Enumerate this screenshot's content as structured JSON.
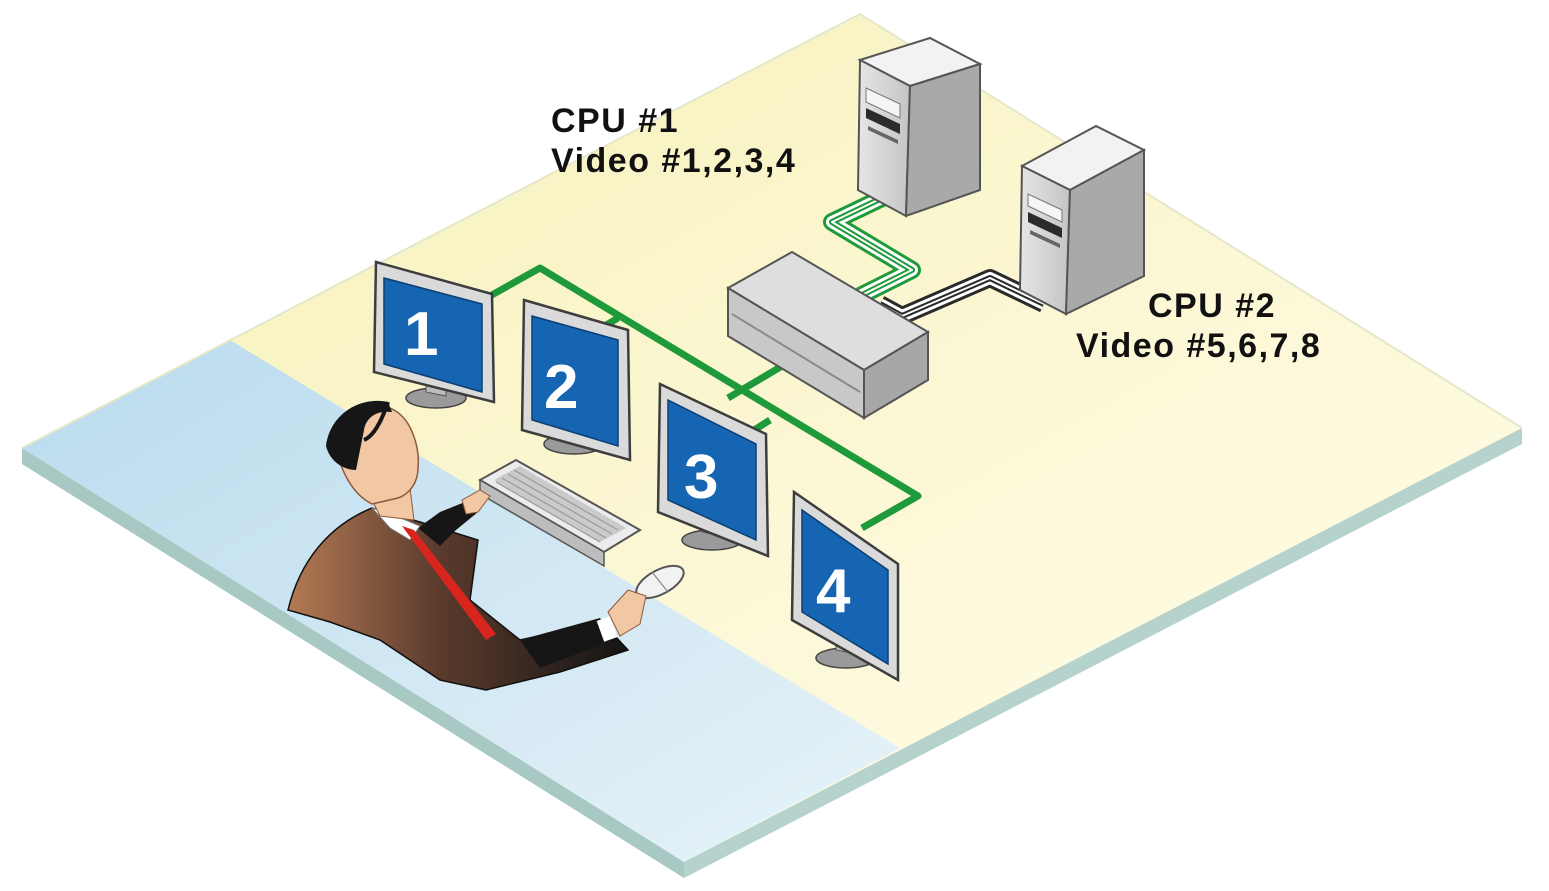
{
  "cpu1": {
    "title": "CPU #1",
    "video": "Video #1,2,3,4"
  },
  "cpu2": {
    "title": "CPU #2",
    "video": "Video #5,6,7,8"
  },
  "monitors": [
    {
      "number": "1"
    },
    {
      "number": "2"
    },
    {
      "number": "3"
    },
    {
      "number": "4"
    }
  ],
  "colors": {
    "cable_green": "#1f9a3a",
    "screen_blue": "#1565b3",
    "floor_yellow": "#fbf6cf",
    "floor_blue": "#cfe6f2",
    "tie_red": "#d8261f",
    "suit_black": "#161616"
  }
}
